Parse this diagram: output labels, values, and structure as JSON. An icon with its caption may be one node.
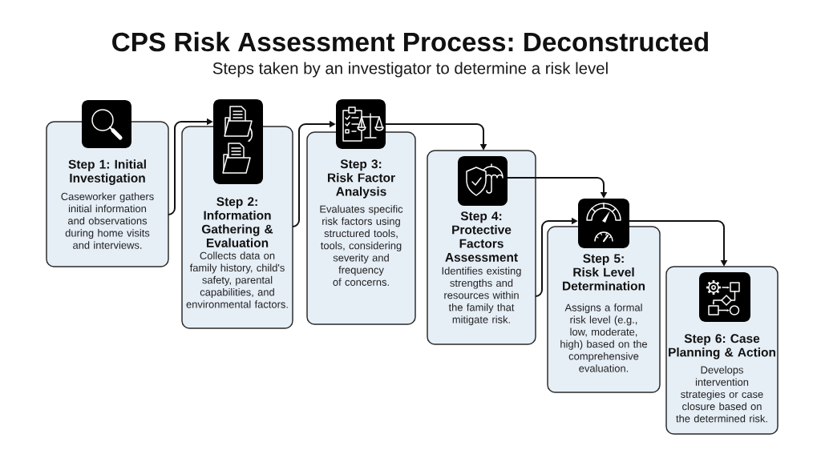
{
  "diagram": {
    "title": "CPS Risk Assessment Process: Deconstructed",
    "nodes": [
      {
        "text": [
          "Step 1: Initial Investigation",
          "Caseworker gathers initial information and observations during home visits and interviews."
        ]
      },
      {
        "text": [
          "Step 2: Information Gathering & Evaluation",
          "Collects data on family history, child's safety, parental capabilities, and environmental factors."
        ]
      },
      {
        "text": [
          "Step 3: Risk Factor Analysis",
          "Evaluates specific risk factors using structured tools, tools, considering severity and frequency of concerns."
        ]
      },
      {
        "text": [
          "Step 4: Protective Factors Assessment",
          "Identifies existing strengths and resources within the family that mitigate risk."
        ]
      },
      {
        "text": [
          "Step 5: Risk Level Determination",
          "Assigns a formal risk level (e.g., low, moderate, high) based on the comprehensive evaluation."
        ]
      },
      {
        "text": [
          "Step 6: Case Planning & Action",
          "Develops intervention strategies or case closure based on the determined risk."
        ]
      }
    ],
    "edges": [
      {
        "from": 0,
        "to": 1,
        "arrow": "to"
      },
      {
        "from": 1,
        "to": 2,
        "arrow": "to"
      },
      {
        "from": 2,
        "to": 3,
        "arrow": "to"
      },
      {
        "from": 3,
        "to": 4,
        "arrow": "to"
      },
      {
        "from": 3,
        "to": 4,
        "arrow": "to"
      },
      {
        "from": 4,
        "to": 5,
        "arrow": "to"
      }
    ],
    "labels": [
      "Steps taken by an investigator to determine a risk level"
    ]
  }
}
